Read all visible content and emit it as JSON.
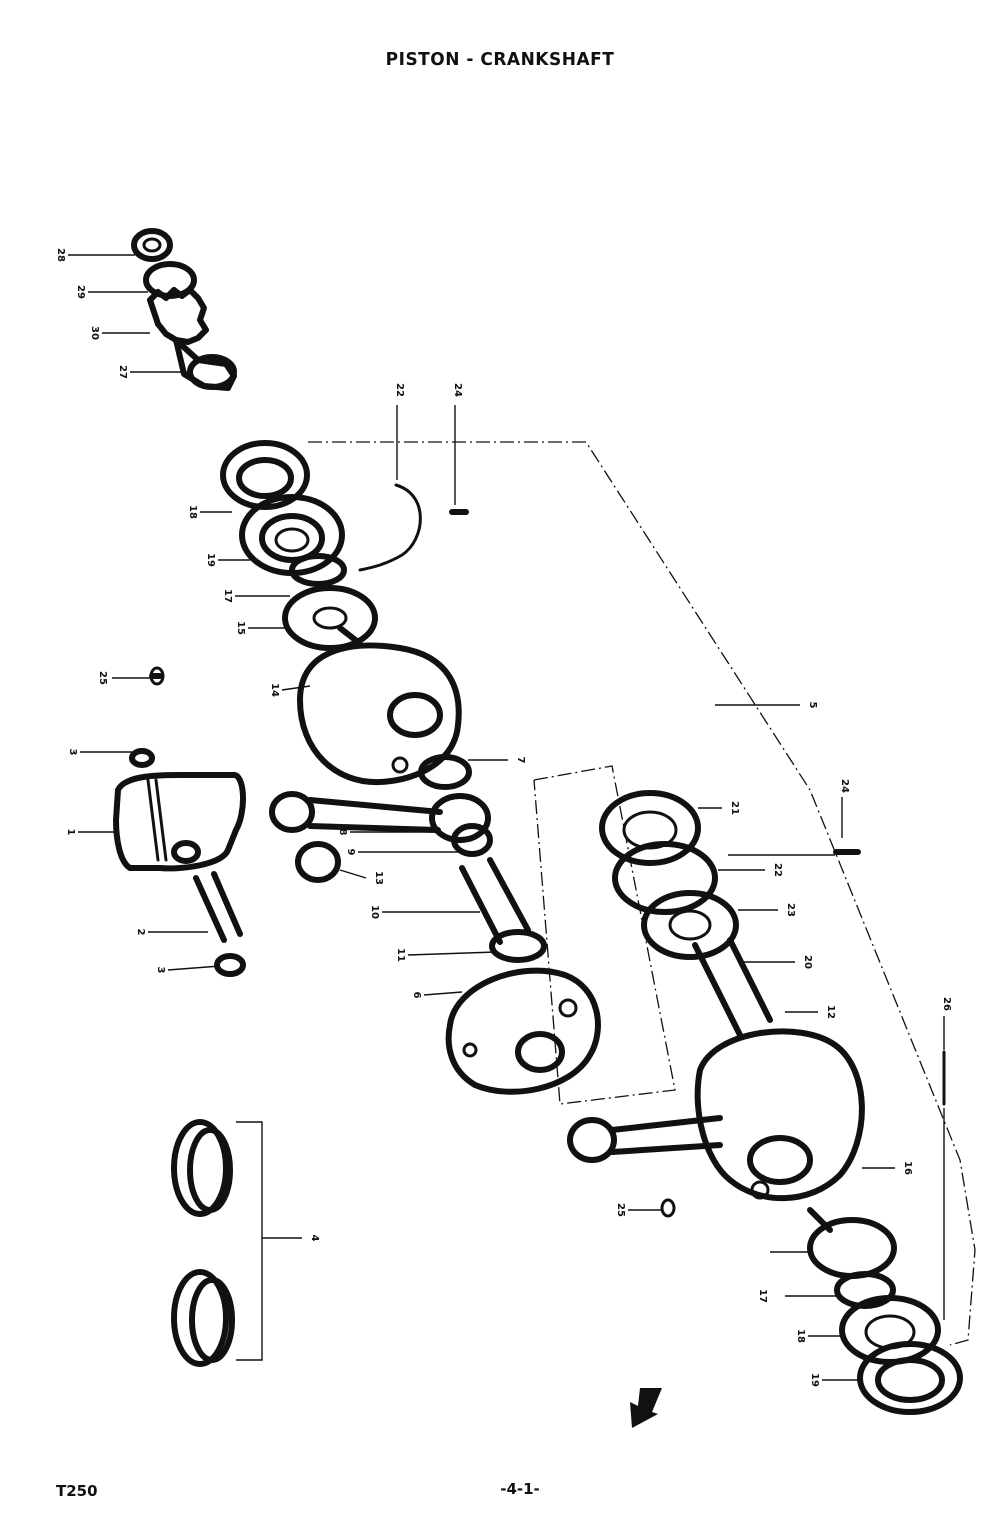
{
  "title": "PISTON - CRANKSHAFT",
  "footer": {
    "model": "T250",
    "page": "-4-1-"
  },
  "callouts": {
    "n1": "28",
    "n2": "29",
    "n3": "30",
    "n4": "27",
    "n5": "22",
    "n6": "24",
    "n7": "18",
    "n8": "19",
    "n9": "17",
    "n10": "15",
    "n11": "25",
    "n12": "14",
    "n13": "3",
    "n14": "1",
    "n15": "8",
    "n16": "9",
    "n17": "10",
    "n18": "11",
    "n19": "2",
    "n20": "3",
    "n21": "7",
    "n22": "6",
    "n23": "13",
    "n24": "5",
    "n25": "21",
    "n26": "24",
    "n27": "22",
    "n28": "23",
    "n29": "20",
    "n30": "12",
    "n31": "26",
    "n32": "4",
    "n33": "25",
    "n34": "16",
    "n35": "17",
    "n36": "18",
    "n37": "19"
  }
}
